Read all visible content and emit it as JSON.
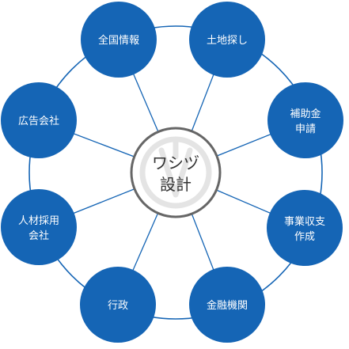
{
  "colors": {
    "primary": "#1565b5",
    "line": "#1565b5",
    "hub_fill": "#ffffff",
    "hub_ring": "#666666",
    "watermark": "#e4e4e4"
  },
  "hub": {
    "line1": "ワシヅ",
    "line2": "設計",
    "logo_icon": "watermark-logo-icon"
  },
  "nodes": [
    {
      "line1": "全国情報",
      "line2": ""
    },
    {
      "line1": "土地探し",
      "line2": ""
    },
    {
      "line1": "補助金",
      "line2": "申請"
    },
    {
      "line1": "事業収支",
      "line2": "作成"
    },
    {
      "line1": "金融機関",
      "line2": ""
    },
    {
      "line1": "行政",
      "line2": ""
    },
    {
      "line1": "人材採用",
      "line2": "会社"
    },
    {
      "line1": "広告会社",
      "line2": ""
    }
  ]
}
